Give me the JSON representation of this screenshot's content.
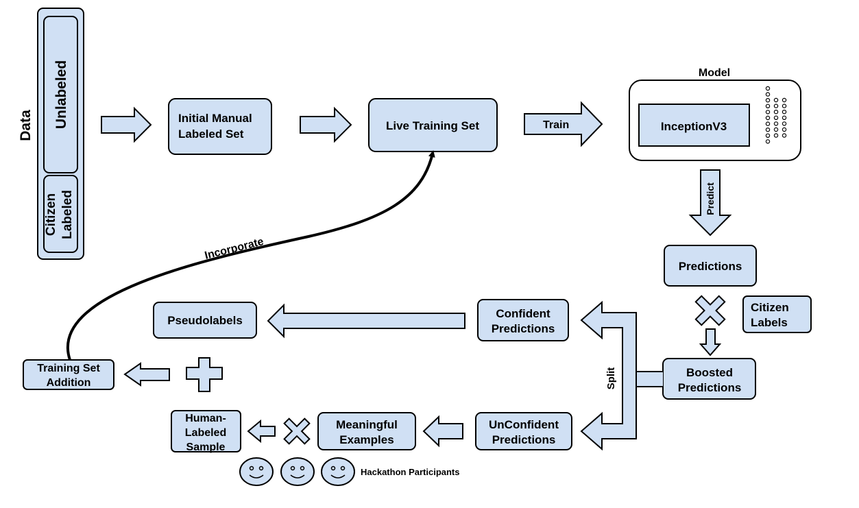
{
  "data_panel": {
    "title": "Data",
    "unlabeled": "Unlabeled",
    "citizen_labeled_line1": "Citizen",
    "citizen_labeled_line2": "Labeled"
  },
  "nodes": {
    "initial_line1": "Initial Manual",
    "initial_line2": "Labeled Set",
    "live_training": "Live Training Set",
    "model_title": "Model",
    "inception": "InceptionV3",
    "predictions": "Predictions",
    "citizen_labels_line1": "Citizen",
    "citizen_labels_line2": "Labels",
    "boosted_line1": "Boosted",
    "boosted_line2": "Predictions",
    "confident_line1": "Confident",
    "confident_line2": "Predictions",
    "pseudolabels": "Pseudolabels",
    "training_add_line1": "Training Set",
    "training_add_line2": "Addition",
    "unconfident_line1": "UnConfident",
    "unconfident_line2": "Predictions",
    "meaningful_line1": "Meaningful",
    "meaningful_line2": "Examples",
    "human_line1": "Human-",
    "human_line2": "Labeled",
    "human_line3": "Sample",
    "hackathon": "Hackathon Participants"
  },
  "edge_labels": {
    "train": "Train",
    "predict": "Predict",
    "split": "Split",
    "incorporate": "Incorporate"
  },
  "colors": {
    "fill": "#d0e0f4",
    "stroke": "#000000"
  }
}
